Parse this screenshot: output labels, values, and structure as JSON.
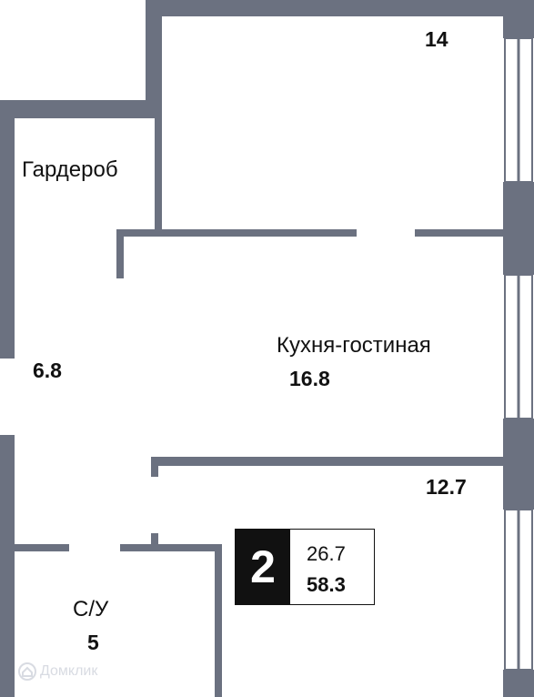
{
  "colors": {
    "wall": "#6b7180",
    "text": "#111111",
    "badge_bg": "#111111",
    "badge_text": "#ffffff",
    "watermark": "#d8dbe2"
  },
  "rooms": {
    "room_top_area": "14",
    "wardrobe_name": "Гардероб",
    "hall_area": "6.8",
    "kitchen_name": "Кухня-гостиная",
    "kitchen_area": "16.8",
    "room_bottom_area": "12.7",
    "bath_name": "С/У",
    "bath_area": "5"
  },
  "badge": {
    "rooms_count": "2",
    "living_area": "26.7",
    "total_area": "58.3"
  },
  "watermark": {
    "text": "Домклик",
    "icon": "house-logo-icon"
  }
}
